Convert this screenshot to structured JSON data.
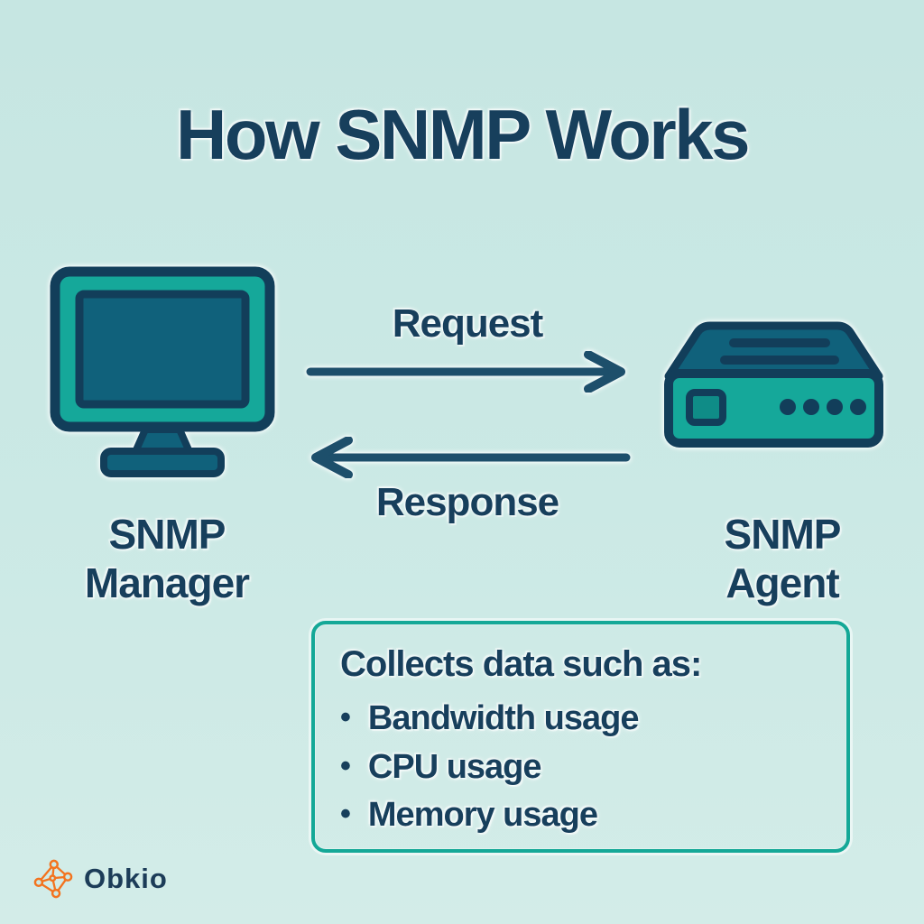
{
  "title": "How SNMP Works",
  "nodes": {
    "manager": {
      "label": "SNMP\nManager",
      "icon": "monitor-icon"
    },
    "agent": {
      "label": "SNMP\nAgent",
      "icon": "network-device-icon"
    }
  },
  "flows": {
    "request": {
      "label": "Request",
      "direction": "left-to-right"
    },
    "response": {
      "label": "Response",
      "direction": "right-to-left"
    }
  },
  "collects_box": {
    "heading": "Collects data such as:",
    "bullet_glyph": "•",
    "items": [
      "Bandwidth usage",
      "CPU usage",
      "Memory usage"
    ]
  },
  "footer": {
    "brand": "Obkio",
    "icon": "obkio-network-logo-icon"
  },
  "colors": {
    "background": "#c9e8e4",
    "text_navy": "#173f5c",
    "icon_outline_navy": "#123e5a",
    "teal": "#15a89a",
    "dark_teal": "#10617b",
    "box_border_teal": "#14a897",
    "arrow_navy": "#1d4f6b",
    "brand_orange": "#f3731e"
  }
}
